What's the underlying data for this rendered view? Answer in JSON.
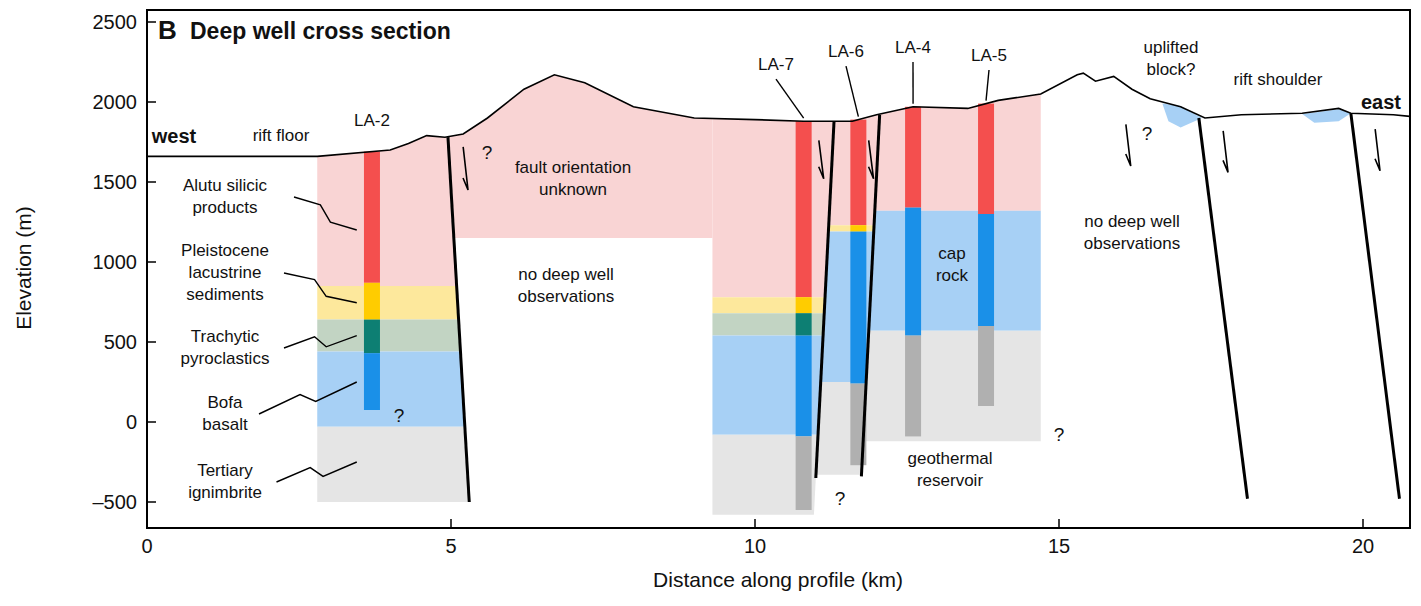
{
  "diagram": {
    "title": "Deep well cross section",
    "labels": [
      "B",
      "LA-7",
      "LA-6",
      "LA-4",
      "LA-5",
      "uplifted block?",
      "west",
      "rift floor",
      "LA-2",
      "rift shoulder",
      "east",
      "?",
      "?",
      "fault orientation unknown",
      "Alutu silicic products",
      "Pleistocene lacustrine sediments",
      "no deep well observations",
      "cap rock",
      "no deep well observations",
      "Trachytic pyroclastics",
      "Bofa basalt",
      "?",
      "?",
      "geothermal reservoir",
      "?",
      "Tertiary ignimbrite",
      "2500",
      "2000",
      "1500",
      "1000",
      "500",
      "0",
      "–500",
      "0",
      "5",
      "10",
      "15",
      "20",
      "Elevation (m)",
      "Distance along profile (km)"
    ]
  }
}
